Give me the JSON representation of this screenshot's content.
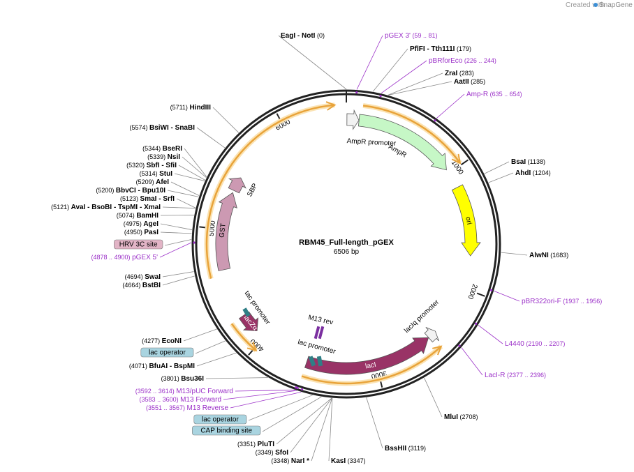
{
  "credit": {
    "text": "Created with",
    "brand": "SnapGene"
  },
  "plasmid": {
    "name": "RBM45_Full-length_pGEX",
    "size": "6506 bp",
    "length": 6506
  },
  "ticks": [
    {
      "pos": 1000,
      "label": "1000"
    },
    {
      "pos": 2000,
      "label": "2000"
    },
    {
      "pos": 3000,
      "label": "3000"
    },
    {
      "pos": 4000,
      "label": "4000"
    },
    {
      "pos": 5000,
      "label": "5000"
    },
    {
      "pos": 6000,
      "label": "6000"
    }
  ],
  "features": [
    {
      "name": "AmpR promoter",
      "start": 5,
      "end": 105,
      "dir": 1,
      "color": "#f2f2f2",
      "label": "AmpR promoter"
    },
    {
      "name": "AmpR",
      "start": 106,
      "end": 966,
      "dir": 1,
      "color": "#c6f7c6",
      "label": "AmpR"
    },
    {
      "name": "ori",
      "start": 1137,
      "end": 1725,
      "dir": 1,
      "color": "#ffff00",
      "label": "ori"
    },
    {
      "name": "lacIq promoter",
      "start": 2430,
      "end": 2507,
      "dir": -1,
      "color": "#f2f2f2",
      "label": "lacIq promoter"
    },
    {
      "name": "lacI",
      "start": 2508,
      "end": 3588,
      "dir": -1,
      "color": "#993366",
      "label": "lacI"
    },
    {
      "name": "lacZα",
      "start": 4080,
      "end": 4250,
      "dir": -1,
      "color": "#993366",
      "label": "lacZα"
    },
    {
      "name": "GST",
      "start": 4665,
      "end": 5320,
      "dir": 1,
      "color": "#cc99b2",
      "label": "GST"
    },
    {
      "name": "SBP",
      "start": 5340,
      "end": 5460,
      "dir": 1,
      "color": "#cc99b2",
      "label": "SBP"
    }
  ],
  "center_labels": [
    {
      "text": "lac promoter"
    },
    {
      "text": "tac promoter"
    },
    {
      "text": "M13 rev"
    }
  ],
  "right_sites": [
    {
      "pos": 0,
      "coord": "(0)",
      "name": "EagI",
      "suffix": "- NotI",
      "type": "enzyme"
    },
    {
      "pos": 70,
      "coord": "(59 .. 81)",
      "name": "pGEX 3'",
      "type": "primer"
    },
    {
      "pos": 179,
      "coord": "(179)",
      "name": "PflFI",
      "suffix": "- Tth111I",
      "type": "enzyme"
    },
    {
      "pos": 235,
      "coord": "(226 .. 244)",
      "name": "pBRforEco",
      "type": "primer"
    },
    {
      "pos": 283,
      "coord": "(283)",
      "name": "ZraI",
      "type": "enzyme"
    },
    {
      "pos": 285,
      "coord": "(285)",
      "name": "AatII",
      "type": "enzyme"
    },
    {
      "pos": 644,
      "coord": "(635 .. 654)",
      "name": "Amp-R",
      "type": "primer"
    },
    {
      "pos": 1138,
      "coord": "(1138)",
      "name": "BsaI",
      "type": "enzyme"
    },
    {
      "pos": 1204,
      "coord": "(1204)",
      "name": "AhdI",
      "type": "enzyme"
    },
    {
      "pos": 1683,
      "coord": "(1683)",
      "name": "AlwNI",
      "type": "enzyme"
    },
    {
      "pos": 1946,
      "coord": "(1937 .. 1956)",
      "name": "pBR322ori-F",
      "type": "primer"
    },
    {
      "pos": 2198,
      "coord": "(2190 .. 2207)",
      "name": "L4440",
      "type": "primer"
    },
    {
      "pos": 2386,
      "coord": "(2377 .. 2396)",
      "name": "LacI-R",
      "type": "primer"
    },
    {
      "pos": 2708,
      "coord": "(2708)",
      "name": "MluI",
      "type": "enzyme"
    },
    {
      "pos": 3119,
      "coord": "(3119)",
      "name": "BssHII",
      "type": "enzyme"
    },
    {
      "pos": 3347,
      "coord": "(3347)",
      "name": "KasI",
      "type": "enzyme"
    }
  ],
  "left_sites": [
    {
      "pos": 3348,
      "coord": "(3348)",
      "name": "NarI *",
      "type": "enzyme"
    },
    {
      "pos": 3349,
      "coord": "(3349)",
      "name": "SfoI",
      "type": "enzyme"
    },
    {
      "pos": 3351,
      "coord": "(3351)",
      "name": "PluTI",
      "type": "enzyme"
    },
    {
      "pos": 3420,
      "name": "CAP binding site",
      "type": "box_blue"
    },
    {
      "pos": 3480,
      "name": "lac operator",
      "type": "box_blue"
    },
    {
      "pos": 3559,
      "coord": "(3551 .. 3567)",
      "name": "M13 Reverse",
      "type": "primer"
    },
    {
      "pos": 3591,
      "coord": "(3583 .. 3600)",
      "name": "M13 Forward",
      "type": "primer"
    },
    {
      "pos": 3603,
      "coord": "(3592 .. 3614)",
      "name": "M13/pUC Forward",
      "type": "primer"
    },
    {
      "pos": 3801,
      "coord": "(3801)",
      "name": "Bsu36I",
      "type": "enzyme"
    },
    {
      "pos": 4071,
      "coord": "(4071)",
      "name": "BfuAI",
      "suffix": "- BspMI",
      "type": "enzyme"
    },
    {
      "pos": 4180,
      "name": "lac operator",
      "type": "box_blue"
    },
    {
      "pos": 4277,
      "coord": "(4277)",
      "name": "EcoNI",
      "type": "enzyme"
    },
    {
      "pos": 4664,
      "coord": "(4664)",
      "name": "BstBI",
      "type": "enzyme"
    },
    {
      "pos": 4694,
      "coord": "(4694)",
      "name": "SwaI",
      "type": "enzyme"
    },
    {
      "pos": 4889,
      "coord": "(4878 .. 4900)",
      "name": "pGEX 5'",
      "type": "primer"
    },
    {
      "pos": 4910,
      "name": "HRV 3C site",
      "type": "box_pink"
    },
    {
      "pos": 4950,
      "coord": "(4950)",
      "name": "PasI",
      "type": "enzyme"
    },
    {
      "pos": 4975,
      "coord": "(4975)",
      "name": "AgeI",
      "type": "enzyme"
    },
    {
      "pos": 5074,
      "coord": "(5074)",
      "name": "BamHI",
      "type": "enzyme"
    },
    {
      "pos": 5121,
      "coord": "(5121)",
      "name": "AvaI",
      "suffix": "- BsoBI   - TspMI   - XmaI",
      "type": "enzyme"
    },
    {
      "pos": 5123,
      "coord": "(5123)",
      "name": "SmaI",
      "suffix": "- SrfI",
      "type": "enzyme"
    },
    {
      "pos": 5200,
      "coord": "(5200)",
      "name": "BbvCI",
      "suffix": "- Bpu10I",
      "type": "enzyme"
    },
    {
      "pos": 5209,
      "coord": "(5209)",
      "name": "AfeI",
      "type": "enzyme"
    },
    {
      "pos": 5314,
      "coord": "(5314)",
      "name": "StuI",
      "type": "enzyme"
    },
    {
      "pos": 5320,
      "coord": "(5320)",
      "name": "SbfI",
      "suffix": "- SfiI",
      "type": "enzyme"
    },
    {
      "pos": 5339,
      "coord": "(5339)",
      "name": "NsiI",
      "type": "enzyme"
    },
    {
      "pos": 5344,
      "coord": "(5344)",
      "name": "BseRI",
      "type": "enzyme"
    },
    {
      "pos": 5574,
      "coord": "(5574)",
      "name": "BsiWI",
      "suffix": "- SnaBI",
      "type": "enzyme"
    },
    {
      "pos": 5711,
      "coord": "(5711)",
      "name": "HindIII",
      "type": "enzyme"
    }
  ],
  "colors": {
    "backbone": "#222222",
    "orf_arc": "#e8a33a",
    "orf_glow": "#fbe3b3",
    "primer": "#9b30c8",
    "box_blue": "#a9d4e0",
    "box_pink": "#e2b4c6"
  }
}
